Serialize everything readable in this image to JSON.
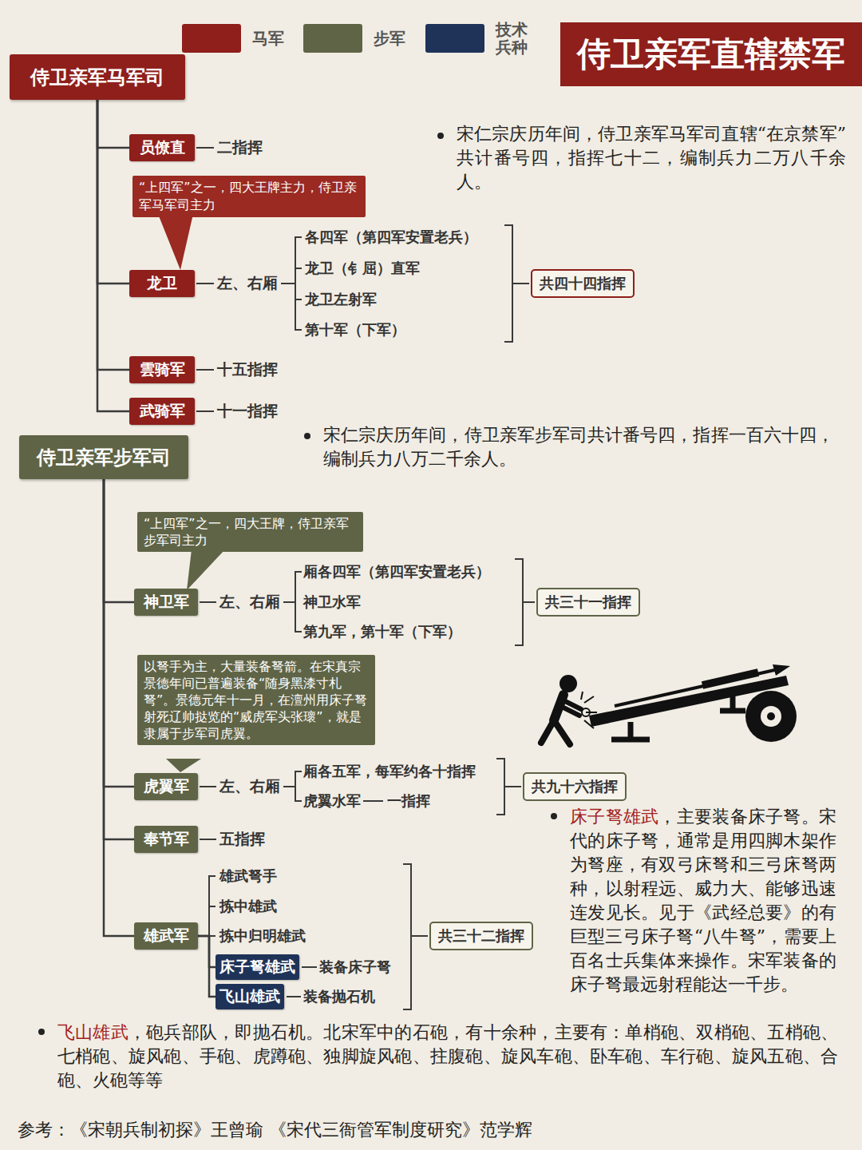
{
  "diagram": {
    "title": "侍卫亲军直辖禁军",
    "nodes": [
      {
        "text": [
          "侍卫亲军马军司"
        ]
      },
      {
        "text": [
          "员僚直"
        ]
      },
      {
        "text": [
          "“上四军”之一，四大王牌主力，侍卫亲军马军司主力"
        ]
      },
      {
        "text": [
          "龙卫"
        ]
      },
      {
        "text": [
          "共四十四指挥"
        ]
      },
      {
        "text": [
          "雲骑军"
        ]
      },
      {
        "text": [
          "武骑军"
        ]
      },
      {
        "text": [
          "侍卫亲军步军司"
        ]
      },
      {
        "text": [
          "“上四军”之一，四大王牌，侍卫亲军步军司主力"
        ]
      },
      {
        "text": [
          "神卫军"
        ]
      },
      {
        "text": [
          "共三十一指挥"
        ]
      },
      {
        "text": [
          "以弩手为主，大量装备弩箭。在宋真宗景德年间已普遍装备“随身黑漆寸札弩”。景德元年十一月，在澶州用床子弩射死辽帅挞览的“威虎军头张瓌”，就是隶属于步军司虎翼。"
        ]
      },
      {
        "text": [
          "虎翼军"
        ]
      },
      {
        "text": [
          "共九十六指挥"
        ]
      },
      {
        "text": [
          "奉节军"
        ]
      },
      {
        "text": [
          "雄武军"
        ]
      },
      {
        "text": [
          "床子弩雄武"
        ]
      },
      {
        "text": [
          "飞山雄武"
        ]
      },
      {
        "text": [
          "共三十二指挥"
        ]
      }
    ],
    "edges": [
      {
        "from": 0,
        "to": 1,
        "arrow": "none"
      },
      {
        "from": 0,
        "to": 3,
        "arrow": "none"
      },
      {
        "from": 0,
        "to": 5,
        "arrow": "none"
      },
      {
        "from": 0,
        "to": 6,
        "arrow": "none"
      },
      {
        "from": 7,
        "to": 9,
        "arrow": "none"
      },
      {
        "from": 7,
        "to": 12,
        "arrow": "none"
      },
      {
        "from": 7,
        "to": 14,
        "arrow": "none"
      },
      {
        "from": 7,
        "to": 15,
        "arrow": "none"
      },
      {
        "from": 15,
        "to": 16,
        "arrow": "none"
      },
      {
        "from": 15,
        "to": 17,
        "arrow": "none"
      }
    ],
    "labels": [
      "二指挥",
      "左、右厢",
      "各四军（第四军安置老兵）",
      "龙卫（钅屈）直军",
      "龙卫左射军",
      "第十军（下军）",
      "十五指挥",
      "十一指挥",
      "宋仁宗庆历年间，侍卫亲军马军司直辖“在京禁军”共计番号四，指挥七十二，编制兵力二万八千余人。",
      "宋仁宗庆历年间，侍卫亲军步军司共计番号四，指挥一百六十四，编制兵力八万二千余人。",
      "左、右厢",
      "厢各四军（第四军安置老兵）",
      "神卫水军",
      "第九军，第十军（下军）",
      "左、右厢",
      "厢各五军，每军约各十指挥",
      "虎翼水军",
      "一指挥",
      "五指挥",
      "雄武弩手",
      "拣中雄武",
      "拣中归明雄武",
      "装备床子弩",
      "装备抛石机",
      "床子弩雄武",
      "，主要装备床子弩。宋代的床子弩，通常是用四脚木架作为弩座，有双弓床弩和三弓床弩两种，以射程远、威力大、能够迅速连发见长。见于《武经总要》的有巨型三弓床子弩“八牛弩”，需要上百名士兵集体来操作。宋军装备的床子弩最远射程能达一千步。",
      "飞山雄武",
      "，砲兵部队，即抛石机。北宋军中的石砲，有十余种，主要有：单梢砲、双梢砲、五梢砲、七梢砲、旋风砲、手砲、虎蹲砲、独脚旋风砲、拄腹砲、旋风车砲、卧车砲、车行砲、旋风五砲、合砲、火砲等等",
      "参考：《宋朝兵制初探》王曾瑜 《宋代三衙管军制度研究》范学辉"
    ],
    "legend": [
      {
        "text": "马军",
        "color": "#8e1f1b"
      },
      {
        "text": "步军",
        "color": "#5f6446"
      },
      {
        "text": "技术兵种",
        "color": "#1f3358"
      }
    ]
  }
}
